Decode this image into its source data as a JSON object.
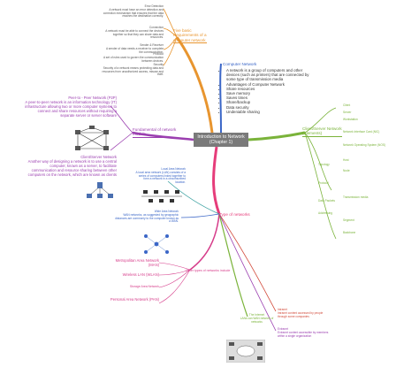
{
  "central": {
    "line1": "Introduction to Network",
    "line2": "(Chapter 1)"
  },
  "top_branch": {
    "label_line1": "Five basic",
    "label_line2": "Requirements of a",
    "label_line3": "computer network",
    "items": [
      {
        "title": "Error Detection",
        "body": "A network must have an error detection and correction mechanism that ensures that the data reaches the destination correctly."
      },
      {
        "title": "Connection",
        "body": "A network must be able to connect the devices together so that they can share data and resources."
      },
      {
        "title": "Sender & Receiver",
        "body": "A sender of data needs a receiver to complete the communication."
      },
      {
        "title": "Protocol",
        "body": "A set of rules used to govern the communication between devices."
      },
      {
        "title": "Security",
        "body": "Security of a network means protecting data and resources from unauthorized access, misuse and theft."
      }
    ]
  },
  "computer_network": {
    "label": "Computer Network",
    "bullets": [
      "A network is a group of computers and other devices (such as printers) that are connected by some type of transmission media",
      "Advantages of Computer Network",
      "Share resources",
      "Save memory",
      "Saves times",
      "Share/backup",
      "Data security",
      "Undeniable sharing"
    ]
  },
  "fundamental": {
    "label_line1": "Fundamental of network",
    "label_line2": "models"
  },
  "p2p": {
    "title": "Peer-to - Peer Network (P2P)",
    "body": "A peer-to-peer network is an information technology (IT) infrastructure allowing two or more computer systems to connect and share resources without requiring a separate server or server software"
  },
  "client_server_left": {
    "title": "Client/Server Network",
    "body": "Another way of designing a network is to use a central computer, known as a server, to facilitate communication and resource sharing between other computers on the network, which are known as clients"
  },
  "client_server_right": {
    "label_line1": "Client/Server Network",
    "label_line2": "(Elements)",
    "items": [
      "Client",
      "Server",
      "Workstation",
      "Network Interface Card (NIC)",
      "Network Operating System (NOS)",
      "Host",
      "Node",
      "Topology",
      "Protocol",
      "Data Packets",
      "Addressing",
      "Transmission media",
      "Segment",
      "Backbone"
    ]
  },
  "types": {
    "label": "Type of networks",
    "lan_title": "Local Area Network",
    "lan_body": "A local area network (LAN) consists of a series of computers linked together to form a network in a circumscribed location.",
    "wan_title": "Wide Area Network",
    "wan_body": "WAN networks, as suggested by geographic distances are commonly to the computer known as a WAN.",
    "other_label": "Other types of networks include",
    "others": [
      "Metropolitan Area Network (MAN)",
      "Wireless LAN (WLAN)",
      "Storage Area Network",
      "Personal Area Network (PAN)"
    ],
    "internet_title": "The Internet",
    "internet_body": "LANs can WAN network of networks",
    "intranet_title": "Intranet",
    "intranet_body": "Intranet content accessed by people through some companies",
    "extranet_title": "Extranet",
    "extranet_body": "Extranet content accessible by members within a single organization"
  },
  "colors": {
    "central_bg": "#7a7a7a",
    "orange": "#e8952f",
    "purple": "#9b3fb0",
    "pink": "#d63c8a",
    "blue": "#3a66c7",
    "green": "#7ab33a",
    "red": "#d24a3a",
    "teal": "#3aa0a0"
  }
}
